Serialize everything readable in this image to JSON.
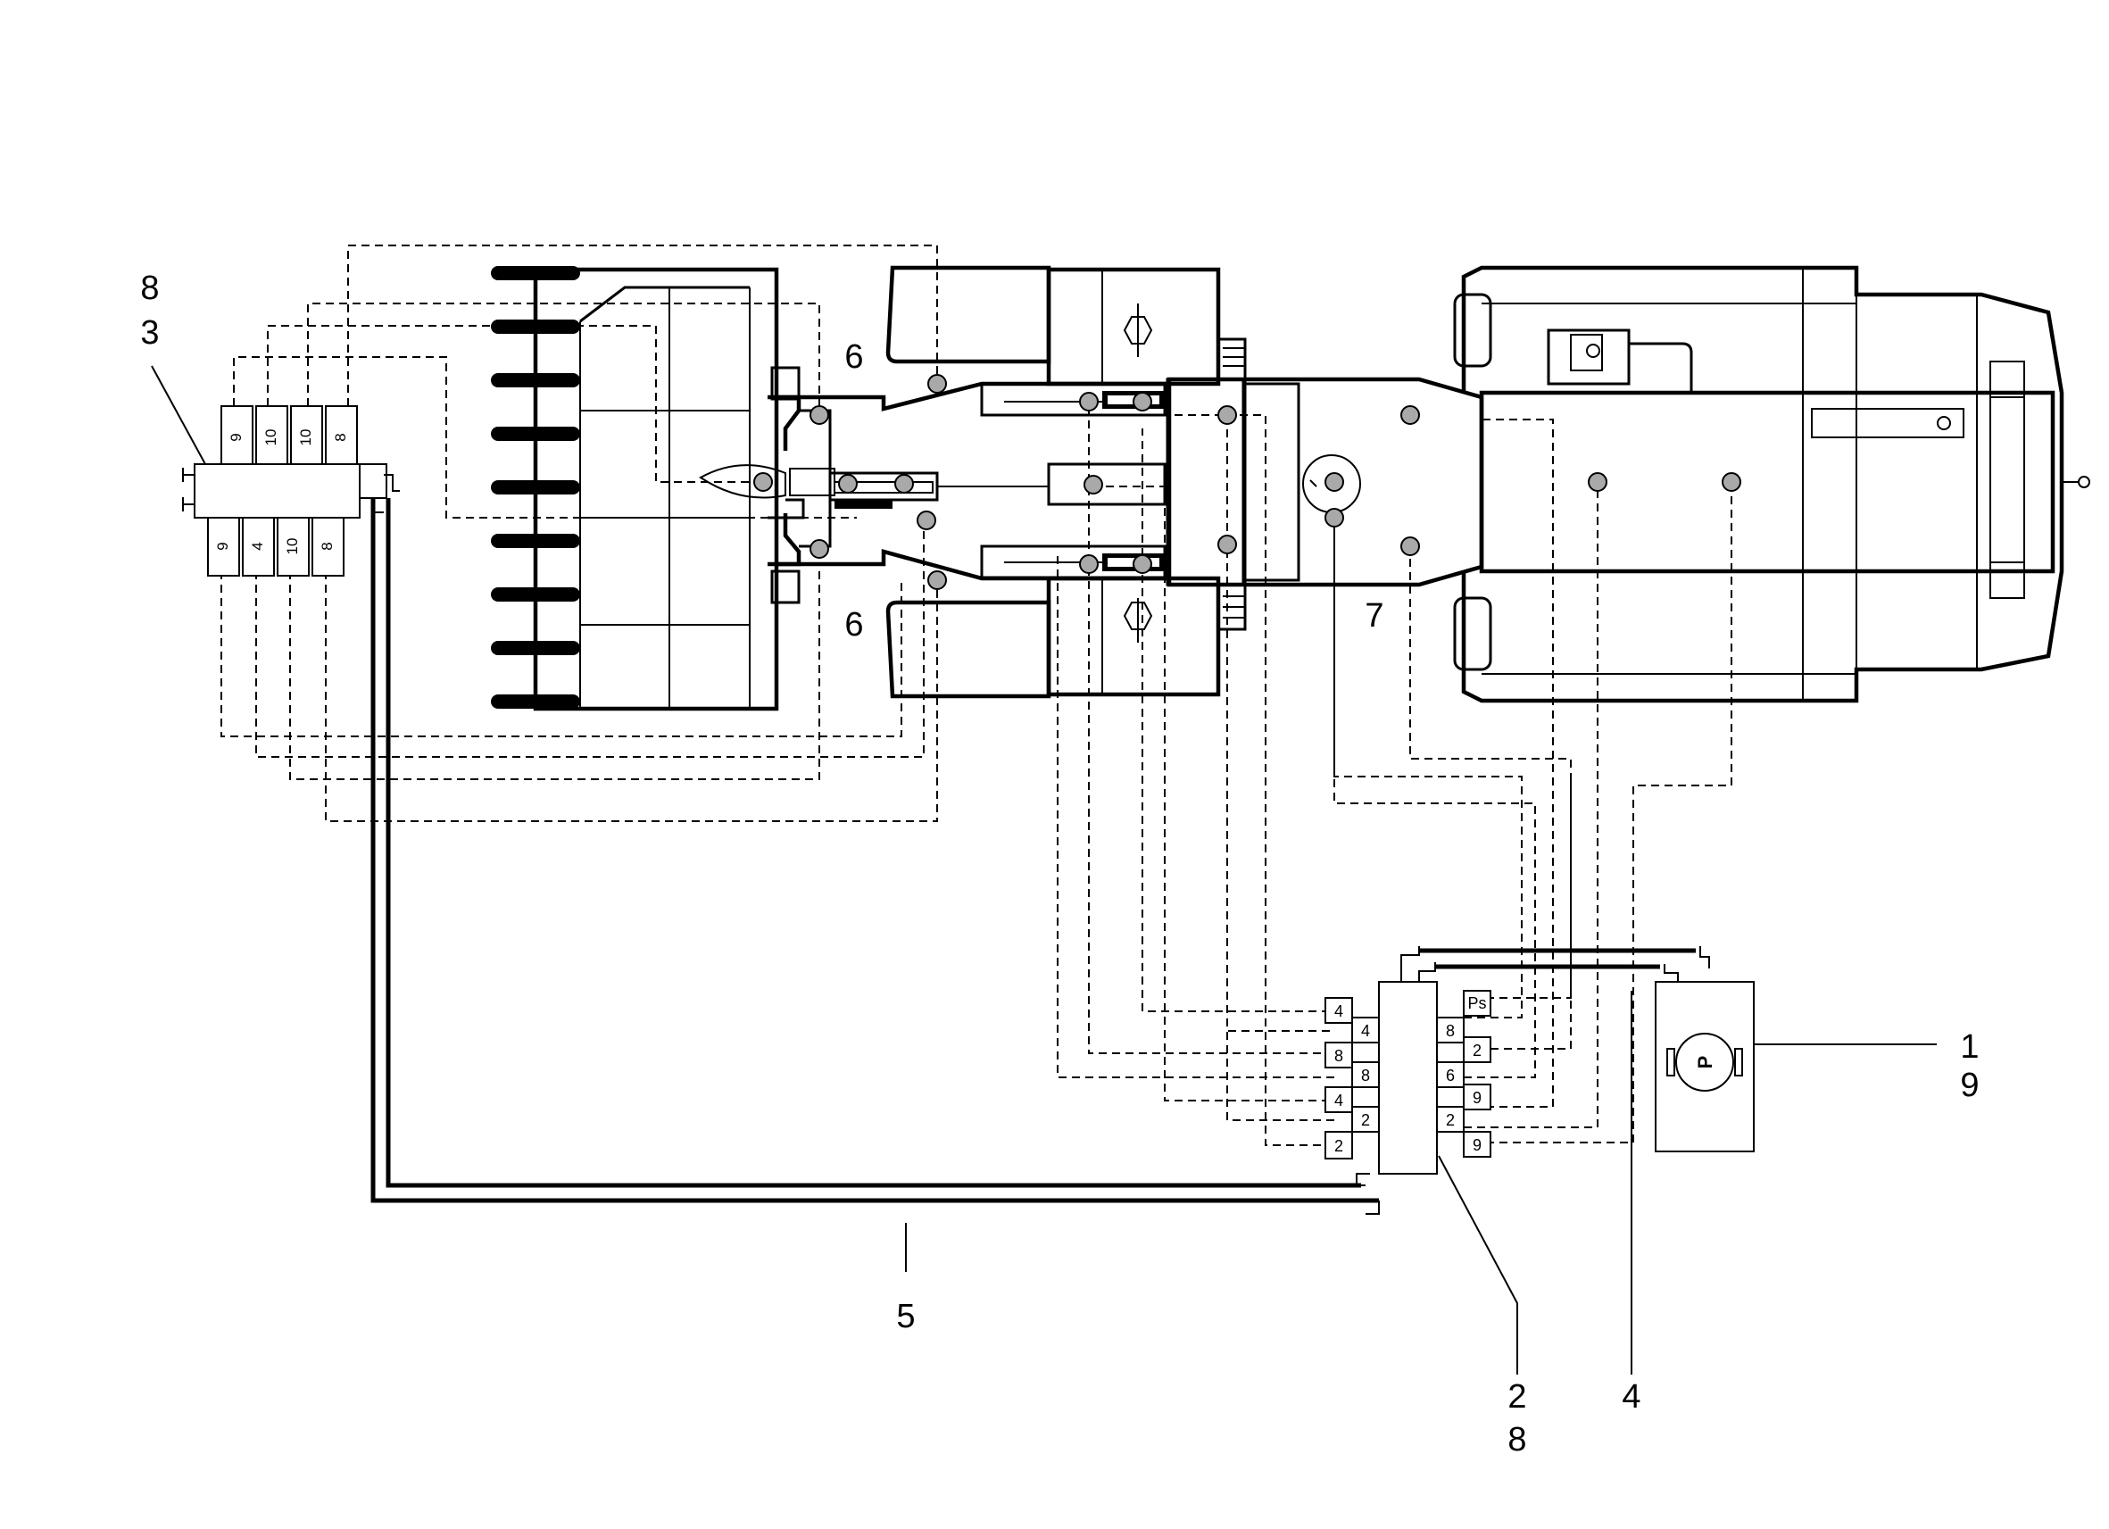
{
  "callouts": {
    "c_8_top": "8",
    "c_3": "3",
    "c_6_top": "6",
    "c_6_bottom": "6",
    "c_7": "7",
    "c_1": "1",
    "c_9": "9",
    "c_5": "5",
    "c_2": "2",
    "c_8_bottom": "8",
    "c_4": "4"
  },
  "left_block": {
    "top_cells": [
      "9",
      "10",
      "10",
      "8"
    ],
    "bottom_cells": [
      "9",
      "4",
      "10",
      "8"
    ]
  },
  "valve_block": {
    "left_cells": [
      "4",
      "4",
      "8",
      "8",
      "4",
      "2",
      "2"
    ],
    "right_cells": [
      "Ps",
      "8",
      "2",
      "6",
      "9",
      "2",
      "9"
    ]
  },
  "pump": {
    "symbol": "P"
  },
  "colors": {
    "line": "#000000",
    "measuring_point": "#a9a9a9",
    "background": "#ffffff"
  }
}
